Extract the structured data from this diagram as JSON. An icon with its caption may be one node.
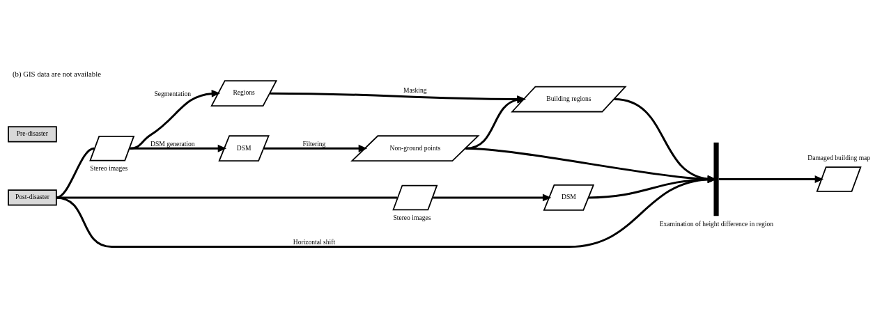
{
  "diagram": {
    "title": "(b) GIS data are not available",
    "nodes": [
      {
        "text": [
          "Pre-disaster"
        ]
      },
      {
        "text": [
          "Post-disaster"
        ]
      },
      {
        "text": [],
        "shape": "parallelogram",
        "beside": [
          "Stereo images"
        ]
      },
      {
        "text": [],
        "shape": "parallelogram",
        "beside": [
          "Stereo images"
        ]
      },
      {
        "text": [
          "Regions"
        ]
      },
      {
        "text": [
          "DSM"
        ]
      },
      {
        "text": [
          "Non-ground points"
        ]
      },
      {
        "text": [
          "Building regions"
        ]
      },
      {
        "text": [
          "DSM"
        ]
      },
      {
        "text": [],
        "shape": "parallelogram",
        "beside": [
          "Damaged building map"
        ]
      },
      {
        "text": [],
        "shape": "bar",
        "beside": [
          "Examination of height difference in region"
        ]
      }
    ],
    "edges": [
      {
        "from": 1,
        "to": 2,
        "arrow": "none"
      },
      {
        "from": 1,
        "to": 3,
        "arrow": "none"
      },
      {
        "from": 2,
        "to": 4,
        "arrow": "to",
        "label": "Segmentation"
      },
      {
        "from": 2,
        "to": 5,
        "arrow": "to",
        "label": "DSM generation"
      },
      {
        "from": 5,
        "to": 6,
        "arrow": "to",
        "label": "Filtering"
      },
      {
        "from": 4,
        "to": 7,
        "arrow": "to",
        "label": "Masking"
      },
      {
        "from": 6,
        "to": 7,
        "arrow": "to"
      },
      {
        "from": 3,
        "to": 8,
        "arrow": "to"
      },
      {
        "from": 7,
        "to": 10,
        "arrow": "to"
      },
      {
        "from": 6,
        "to": 10,
        "arrow": "to"
      },
      {
        "from": 8,
        "to": 10,
        "arrow": "to"
      },
      {
        "from": 1,
        "to": 10,
        "arrow": "to",
        "label": "Horizontal shift"
      },
      {
        "from": 10,
        "to": 9,
        "arrow": "to"
      }
    ]
  }
}
